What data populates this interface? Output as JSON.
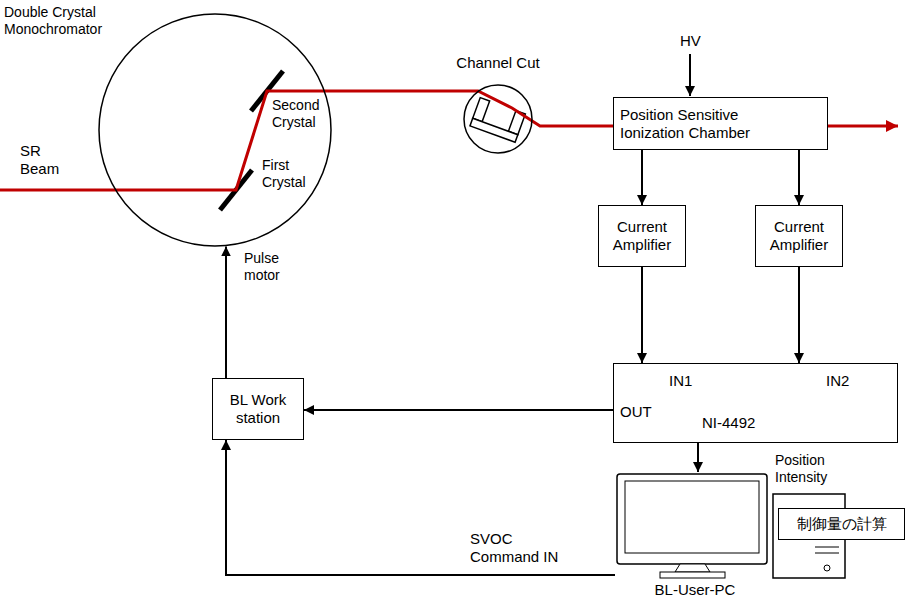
{
  "diagram": {
    "nodes": [
      {
        "text": [
          "Double Crystal Monochromator"
        ]
      },
      {
        "text": [
          "Channel Cut"
        ]
      },
      {
        "text": [
          "Position Sensitive Ionization Chamber"
        ]
      },
      {
        "text": [
          "Current Amplifier"
        ]
      },
      {
        "text": [
          "Current Amplifier"
        ]
      },
      {
        "text": [
          "BL Work station"
        ]
      },
      {
        "text": [
          "IN1",
          "IN2",
          "OUT",
          "NI-4492"
        ]
      },
      {
        "text": [
          "BL-User-PC"
        ]
      },
      {
        "text": [
          "制御量の計算"
        ]
      }
    ],
    "edges": [
      {
        "from": 2,
        "to": 3,
        "arrow": "to"
      },
      {
        "from": 2,
        "to": 4,
        "arrow": "to"
      },
      {
        "from": 3,
        "to": 6,
        "arrow": "to"
      },
      {
        "from": 4,
        "to": 6,
        "arrow": "to"
      },
      {
        "from": 6,
        "to": 5,
        "arrow": "to"
      },
      {
        "from": 6,
        "to": 7,
        "arrow": "to"
      },
      {
        "from": 7,
        "to": 5,
        "label": "SVOC Command IN",
        "arrow": "to"
      },
      {
        "from": 5,
        "to": 0,
        "arrow": "to"
      }
    ],
    "labels": [
      "SR Beam",
      "Second Crystal",
      "First Crystal",
      "Pulse motor",
      "HV",
      "Position Intensity"
    ]
  }
}
